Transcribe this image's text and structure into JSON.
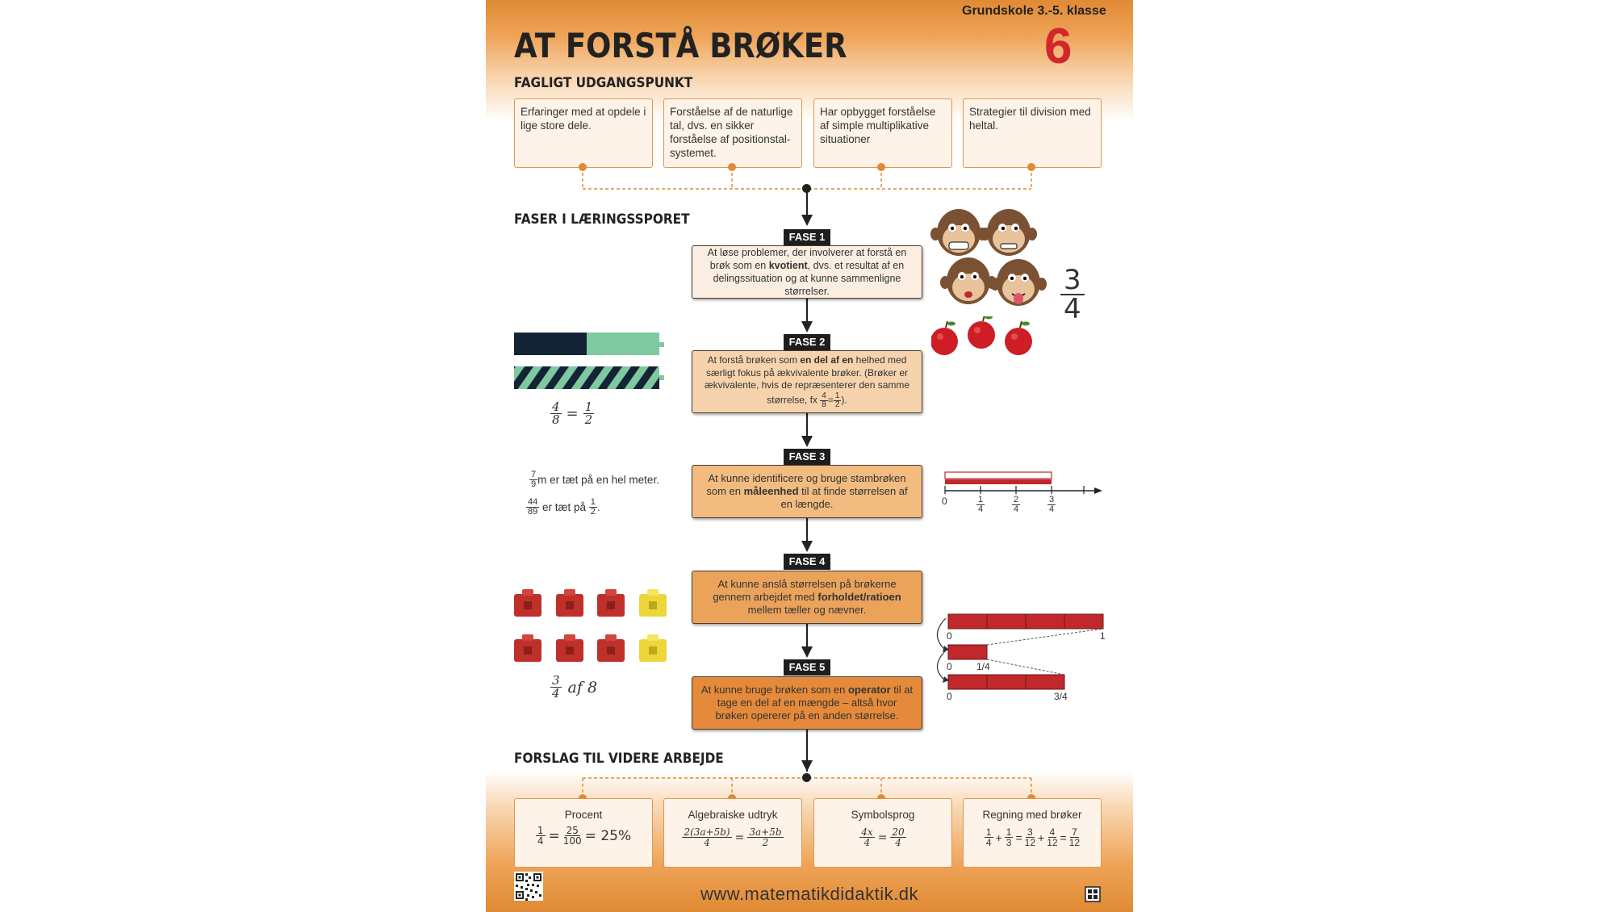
{
  "header": {
    "title": "AT FORSTÅ BRØKER",
    "grade": "Grundskole 3.-5. klasse",
    "number": "6"
  },
  "sections": {
    "start": "FAGLIGT UDGANGSPUNKT",
    "phases": "FASER I LÆRINGSSPORET",
    "further": "FORSLAG TIL VIDERE ARBEJDE"
  },
  "start_boxes": [
    "Erfaringer med at opdele i lige store dele.",
    "Forståelse af de naturlige tal, dvs. en sikker forståelse af positionstal-systemet.",
    "Har opbygget forståelse af simple multiplikative situationer",
    "Strategier til division med heltal."
  ],
  "phases": [
    {
      "label": "FASE 1",
      "pre": "At løse problemer, der involverer at forstå en brøk som en ",
      "bold": "kvotient",
      "post": ", dvs. et resultat af en delingssituation og at kunne sammenligne størrelser.",
      "color": "#fbeee0"
    },
    {
      "label": "FASE 2",
      "pre": "At forstå brøken som ",
      "bold": "en del af en",
      "post": " helhed med særligt fokus på ækvivalente brøker. (Brøker er ækvivalente, hvis de repræsenterer den samme størrelse, fx",
      "color": "#f6d3ac"
    },
    {
      "label": "FASE 3",
      "pre": "At kunne identificere og bruge stambrøken som en ",
      "bold": "måleenhed",
      "post": " til at finde størrelsen af en længde.",
      "color": "#f2bb80"
    },
    {
      "label": "FASE 4",
      "pre": "At kunne anslå størrelsen på brøkerne gennem arbejdet med ",
      "bold": "forholdet/ratioen",
      "post": " mellem tæller og nævner.",
      "color": "#eba35c"
    },
    {
      "label": "FASE 5",
      "pre": "At kunne bruge brøken som en ",
      "bold": "operator",
      "post": " til at tage en del af en mængde – altså hvor brøken opererer på en anden størrelse.",
      "color": "#e48a3a"
    }
  ],
  "phase2_example": {
    "n1": "4",
    "d1": "8",
    "n2": "1",
    "d2": "2",
    "close": ")."
  },
  "fraction_big": {
    "n": "3",
    "d": "4"
  },
  "strips_eq": {
    "n1": "4",
    "d1": "8",
    "eq": "=",
    "n2": "1",
    "d2": "2"
  },
  "phase3_left": {
    "line1": {
      "n": "7",
      "d": "9",
      "text": " m er tæt på en hel meter."
    },
    "line2": {
      "n": "44",
      "d": "89",
      "text": " er tæt på ",
      "n2": "1",
      "d2": "2",
      "end": "."
    }
  },
  "numberline": {
    "zero": "0",
    "ticks": [
      {
        "n": "1",
        "d": "4"
      },
      {
        "n": "2",
        "d": "4"
      },
      {
        "n": "3",
        "d": "4"
      }
    ]
  },
  "cubes_caption": {
    "n": "3",
    "d": "4",
    "text": "af 8"
  },
  "bars": {
    "l1": "0",
    "r1": "1",
    "l2": "0",
    "r2": "1/4",
    "l3": "0",
    "r3": "3/4"
  },
  "further_boxes": [
    {
      "title": "Procent",
      "f1n": "1",
      "f1d": "4",
      "f2n": "25",
      "f2d": "100",
      "eq": "=",
      "tail": "= 25%"
    },
    {
      "title": "Algebraiske udtryk",
      "f1n": "2(3a+5b)",
      "f1d": "4",
      "f2n": "3a+5b",
      "f2d": "2",
      "eq": "="
    },
    {
      "title": "Symbolsprog",
      "f1n": "4x",
      "f1d": "4",
      "f2n": "20",
      "f2d": "4",
      "eq": "="
    },
    {
      "title": "Regning med brøker",
      "f1n": "1",
      "f1d": "4",
      "plus": "+",
      "f2n": "1",
      "f2d": "3",
      "eq": "=",
      "f3n": "3",
      "f3d": "12",
      "f4n": "4",
      "f4d": "12",
      "f5n": "7",
      "f5d": "12"
    }
  ],
  "footer": {
    "url": "www.matematikdidaktik.dk"
  },
  "colors": {
    "accent": "#e08a34",
    "red": "#d2262c",
    "dark": "#1e1e1e"
  }
}
